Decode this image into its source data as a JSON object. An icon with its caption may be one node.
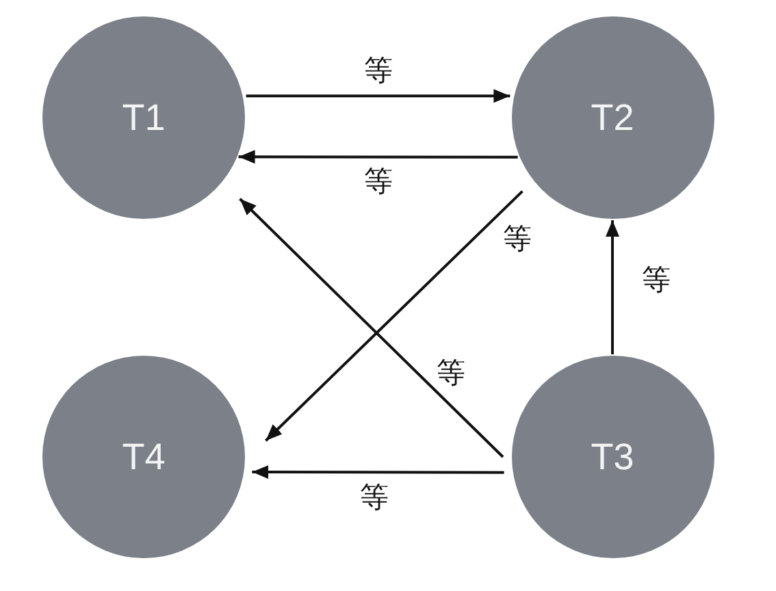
{
  "diagram": {
    "nodes": [
      {
        "text": [
          "T1"
        ]
      },
      {
        "text": [
          "T2"
        ]
      },
      {
        "text": [
          "T4"
        ]
      },
      {
        "text": [
          "T3"
        ]
      }
    ],
    "edges": [
      {
        "from": 0,
        "to": 1,
        "arrow": "to",
        "label": "等"
      },
      {
        "from": 1,
        "to": 0,
        "arrow": "to",
        "label": "等"
      },
      {
        "from": 1,
        "to": 2,
        "arrow": "to",
        "label": "等"
      },
      {
        "from": 3,
        "to": 0,
        "arrow": "to",
        "label": "等"
      },
      {
        "from": 3,
        "to": 1,
        "arrow": "to",
        "label": "等"
      },
      {
        "from": 3,
        "to": 2,
        "arrow": "to",
        "label": "等"
      }
    ]
  }
}
